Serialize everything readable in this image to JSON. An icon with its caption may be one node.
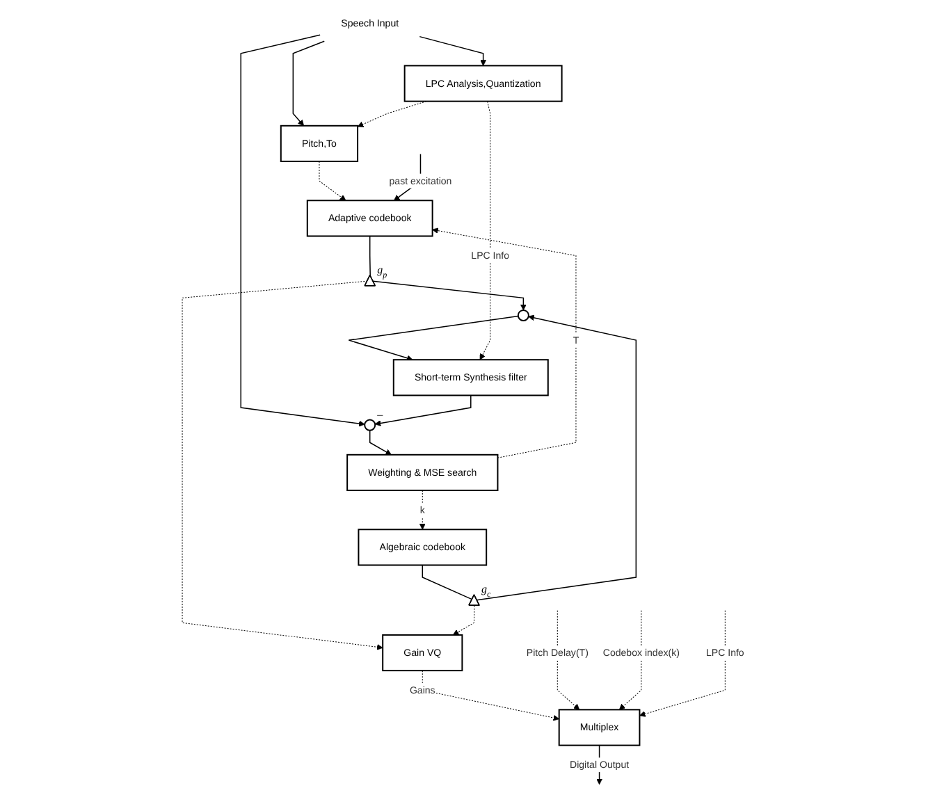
{
  "diagram": {
    "nodes": [
      {
        "text": [
          "Speech Input"
        ]
      },
      {
        "text": [
          "LPC Analysis,Quantization"
        ]
      },
      {
        "text": [
          "Pitch,To"
        ]
      },
      {
        "text": [
          "Weighting & MSE search"
        ]
      },
      {
        "text": [
          "Adaptive codebook"
        ]
      },
      {
        "text": [
          "Algebraic codebook"
        ]
      },
      {
        "text": [],
        "shape": "triangle",
        "beside": [
          "g$_{p}$"
        ]
      },
      {
        "text": [],
        "shape": "triangle",
        "beside": [
          "g$_{c}$"
        ]
      },
      {
        "text": [],
        "shape": "circle"
      },
      {
        "text": [
          "Short-term Synthesis filter"
        ]
      },
      {
        "text": [],
        "shape": "circle",
        "beside": [
          "–"
        ]
      },
      {
        "text": [
          "Gain VQ"
        ]
      },
      {
        "text": [
          "Multiplex"
        ]
      }
    ],
    "edges": [
      {
        "from": 0,
        "to": 1,
        "arrow": "to"
      },
      {
        "from": 0,
        "to": 2,
        "arrow": "to"
      },
      {
        "from": 0,
        "to": 10,
        "arrow": "to"
      },
      {
        "from": 1,
        "to": 2,
        "arrow": "to",
        "style": "dashed"
      },
      {
        "from": 2,
        "to": 4,
        "arrow": "to",
        "style": "dashed"
      },
      {
        "from": 3,
        "to": 4,
        "arrow": "to",
        "label": "T",
        "style": "dashed"
      },
      {
        "from": 3,
        "to": 5,
        "arrow": "to",
        "label": "k",
        "style": "dashed"
      },
      {
        "from": null,
        "to": 4,
        "arrow": "to",
        "label": "past excitation"
      },
      {
        "from": 4,
        "to": 6,
        "arrow": "none"
      },
      {
        "from": 5,
        "to": 7,
        "arrow": "none"
      },
      {
        "from": 6,
        "to": 8,
        "arrow": "to"
      },
      {
        "from": 7,
        "to": 8,
        "arrow": "to"
      },
      {
        "from": 8,
        "to": 9,
        "arrow": "to"
      },
      {
        "from": 1,
        "to": 9,
        "arrow": "to",
        "label": "LPC Info",
        "style": "dashed"
      },
      {
        "from": 9,
        "to": 10,
        "arrow": "to"
      },
      {
        "from": 10,
        "to": 3,
        "arrow": "to"
      },
      {
        "from": 6,
        "to": 11,
        "arrow": "to",
        "style": "dashed"
      },
      {
        "from": 7,
        "to": 11,
        "arrow": "to",
        "style": "dashed"
      },
      {
        "from": 11,
        "to": 12,
        "arrow": "to",
        "label": "Gains",
        "style": "dashed"
      },
      {
        "from": null,
        "to": 12,
        "arrow": "to",
        "label": "Pitch Delay(T)",
        "style": "dashed"
      },
      {
        "from": null,
        "to": 12,
        "arrow": "to",
        "label": "Codebox index(k)",
        "style": "dashed"
      },
      {
        "from": null,
        "to": 12,
        "arrow": "to",
        "label": "LPC Info",
        "style": "dashed"
      },
      {
        "from": 12,
        "to": null,
        "arrow": "to",
        "label": "Digital Output"
      }
    ]
  }
}
